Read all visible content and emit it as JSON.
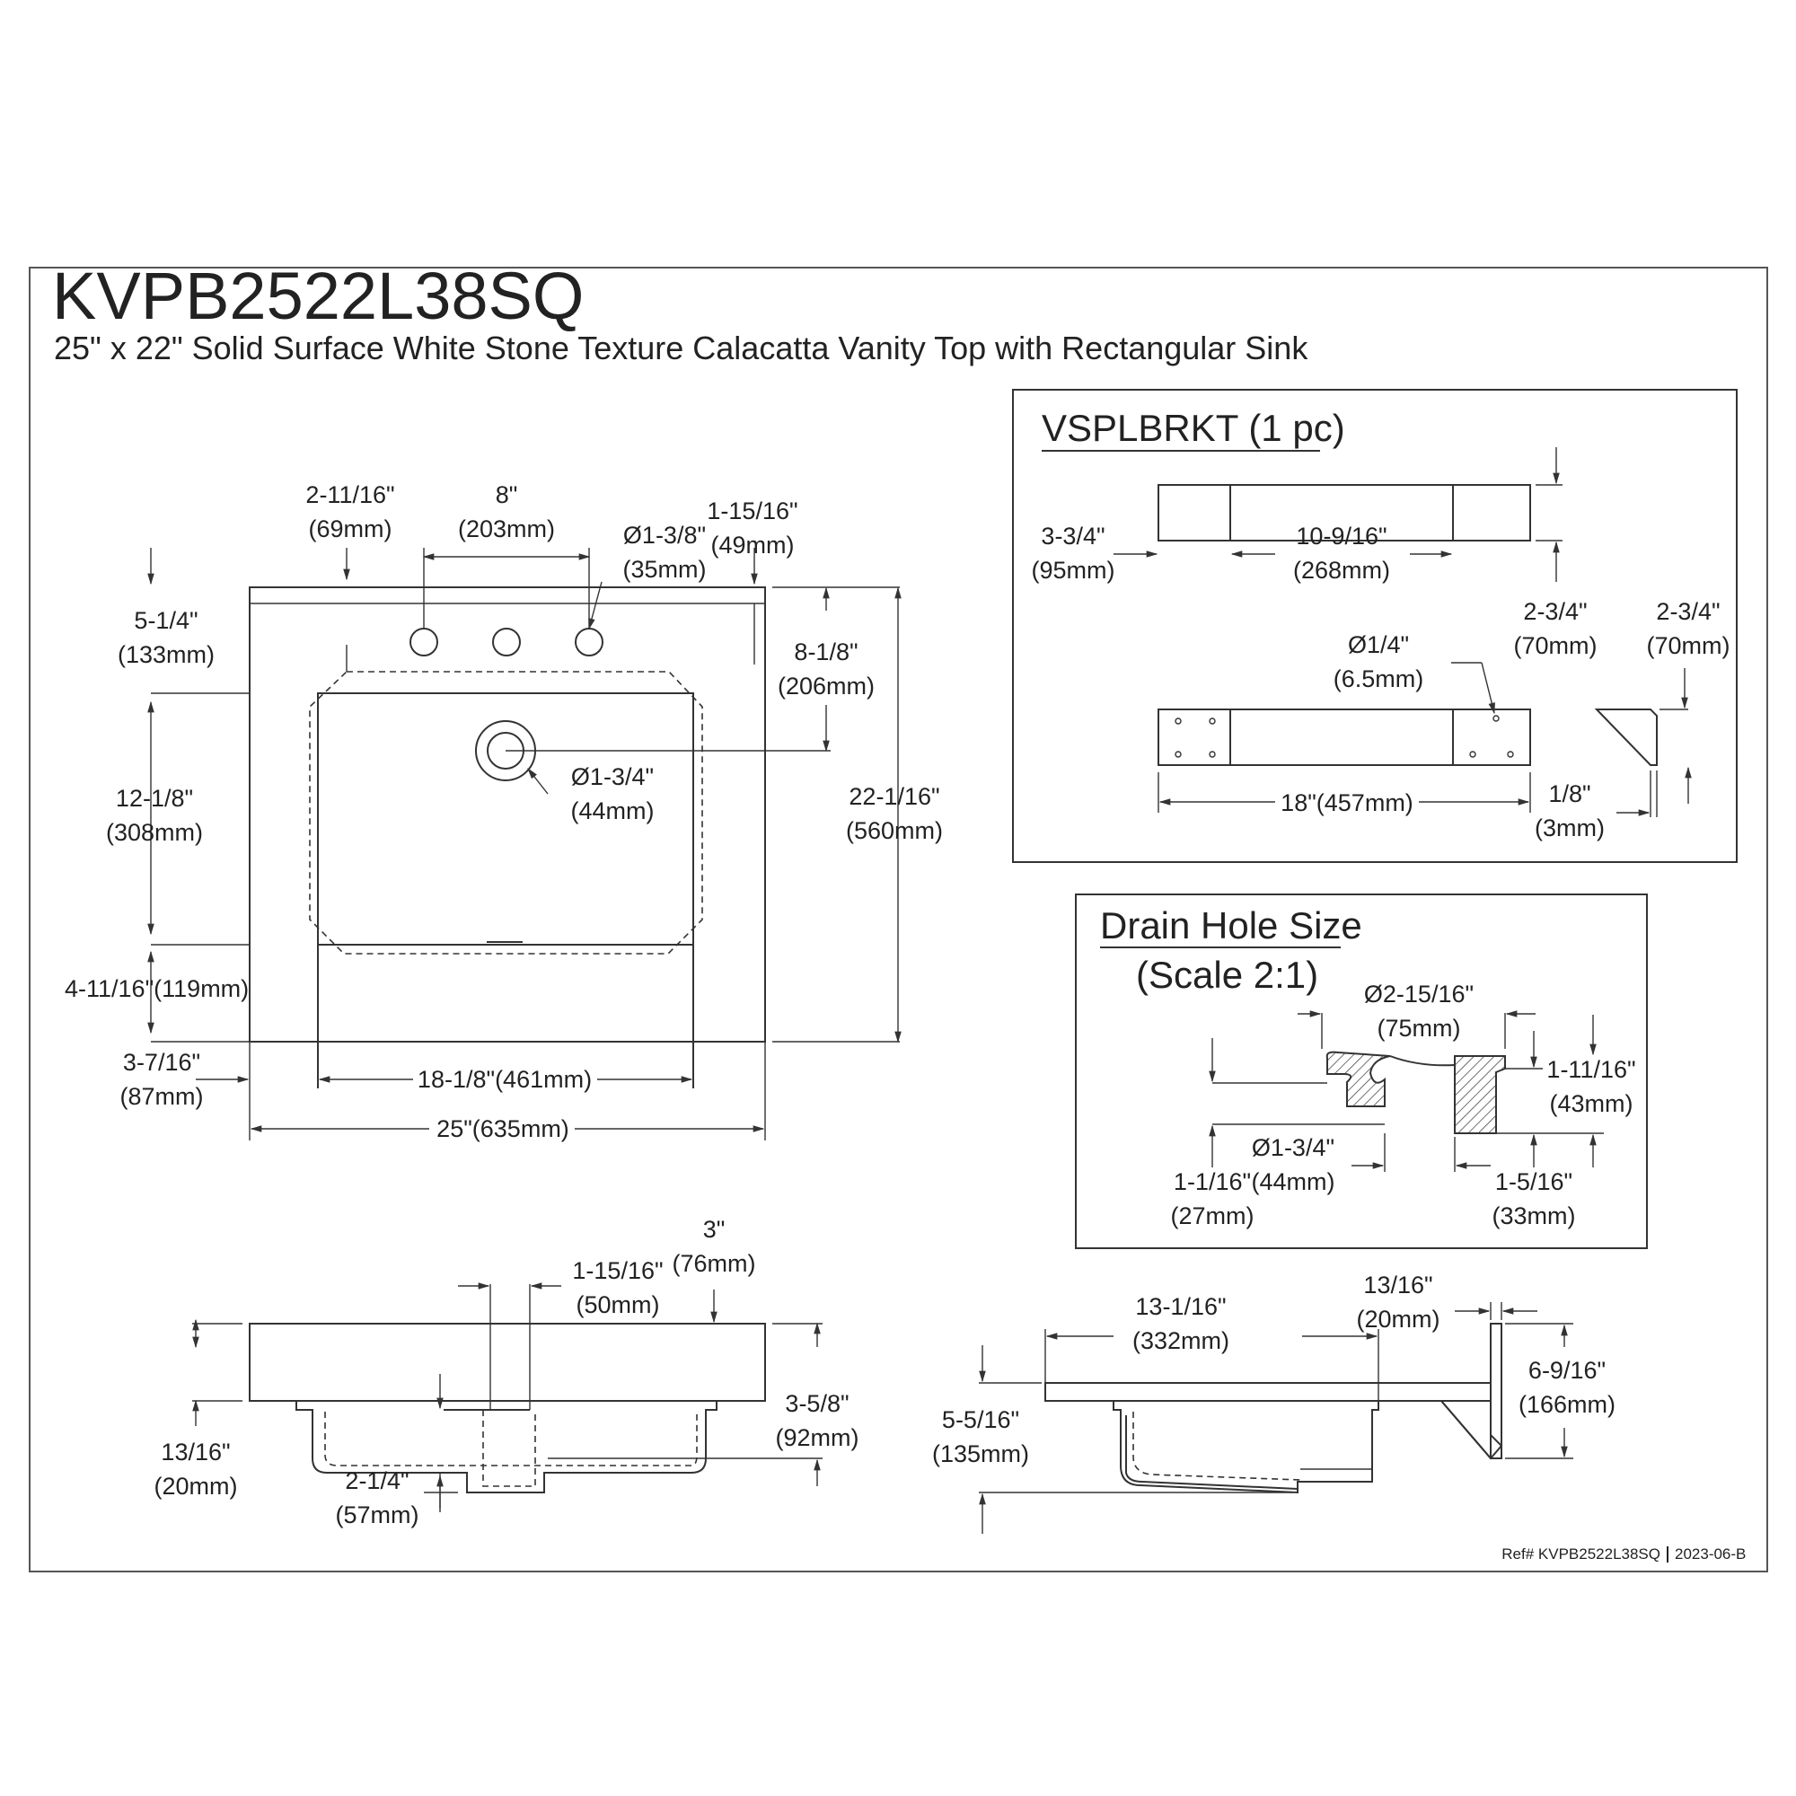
{
  "header": {
    "model": "KVPB2522L38SQ",
    "description": "25\" x 22\" Solid Surface White Stone Texture Calacatta Vanity Top with Rectangular Sink"
  },
  "top_view": {
    "dim_2_11_16": {
      "in": "2-11/16\"",
      "mm": "(69mm)"
    },
    "dim_8": {
      "in": "8\"",
      "mm": "(203mm)"
    },
    "dim_hole": {
      "in": "Ø1-3/8\"",
      "mm": "(35mm)"
    },
    "dim_1_15_16": {
      "in": "1-15/16\"",
      "mm": "(49mm)"
    },
    "dim_5_1_4": {
      "in": "5-1/4\"",
      "mm": "(133mm)"
    },
    "dim_8_1_8": {
      "in": "8-1/8\"",
      "mm": "(206mm)"
    },
    "dim_12_1_8": {
      "in": "12-1/8\"",
      "mm": "(308mm)"
    },
    "dim_drain": {
      "in": "Ø1-3/4\"",
      "mm": "(44mm)"
    },
    "dim_22_1_16": {
      "in": "22-1/16\"",
      "mm": "(560mm)"
    },
    "dim_4_11_16": "4-11/16\"(119mm)",
    "dim_3_7_16": {
      "in": "3-7/16\"",
      "mm": "(87mm)"
    },
    "dim_18_1_8": "18-1/8\"(461mm)",
    "dim_25": "25\"(635mm)"
  },
  "bracket_box": {
    "title": "VSPLBRKT (1 pc)",
    "dim_3_3_4": {
      "in": "3-3/4\"",
      "mm": "(95mm)"
    },
    "dim_10_9_16": {
      "in": "10-9/16\"",
      "mm": "(268mm)"
    },
    "dim_2_3_4_a": {
      "in": "2-3/4\"",
      "mm": "(70mm)"
    },
    "dim_2_3_4_b": {
      "in": "2-3/4\"",
      "mm": "(70mm)"
    },
    "dim_1_4": {
      "in": "Ø1/4\"",
      "mm": "(6.5mm)"
    },
    "dim_18": "18\"(457mm)",
    "dim_1_8": {
      "in": "1/8\"",
      "mm": "(3mm)"
    }
  },
  "drain_box": {
    "title": "Drain Hole Size",
    "scale": "(Scale 2:1)",
    "dim_2_15_16": {
      "in": "Ø2-15/16\"",
      "mm": "(75mm)"
    },
    "dim_1_11_16": {
      "in": "1-11/16\"",
      "mm": "(43mm)"
    },
    "dim_1_3_4": {
      "in": "Ø1-3/4\"",
      "mm": "(44mm)"
    },
    "dim_1_1_16": {
      "in": "1-1/16\"",
      "mm": "(27mm)"
    },
    "dim_1_5_16": {
      "in": "1-5/16\"",
      "mm": "(33mm)"
    }
  },
  "front_view": {
    "dim_3": {
      "in": "3\"",
      "mm": "(76mm)"
    },
    "dim_1_15_16": {
      "in": "1-15/16\"",
      "mm": "(50mm)"
    },
    "dim_13_16": {
      "in": "13/16\"",
      "mm": "(20mm)"
    },
    "dim_3_5_8": {
      "in": "3-5/8\"",
      "mm": "(92mm)"
    },
    "dim_2_1_4": {
      "in": "2-1/4\"",
      "mm": "(57mm)"
    }
  },
  "side_view": {
    "dim_13_1_16": {
      "in": "13-1/16\"",
      "mm": "(332mm)"
    },
    "dim_13_16": {
      "in": "13/16\"",
      "mm": "(20mm)"
    },
    "dim_6_9_16": {
      "in": "6-9/16\"",
      "mm": "(166mm)"
    },
    "dim_5_5_16": {
      "in": "5-5/16\"",
      "mm": "(135mm)"
    }
  },
  "footer": {
    "ref": "Ref# KVPB2522L38SQ",
    "date": "2023-06-B"
  }
}
